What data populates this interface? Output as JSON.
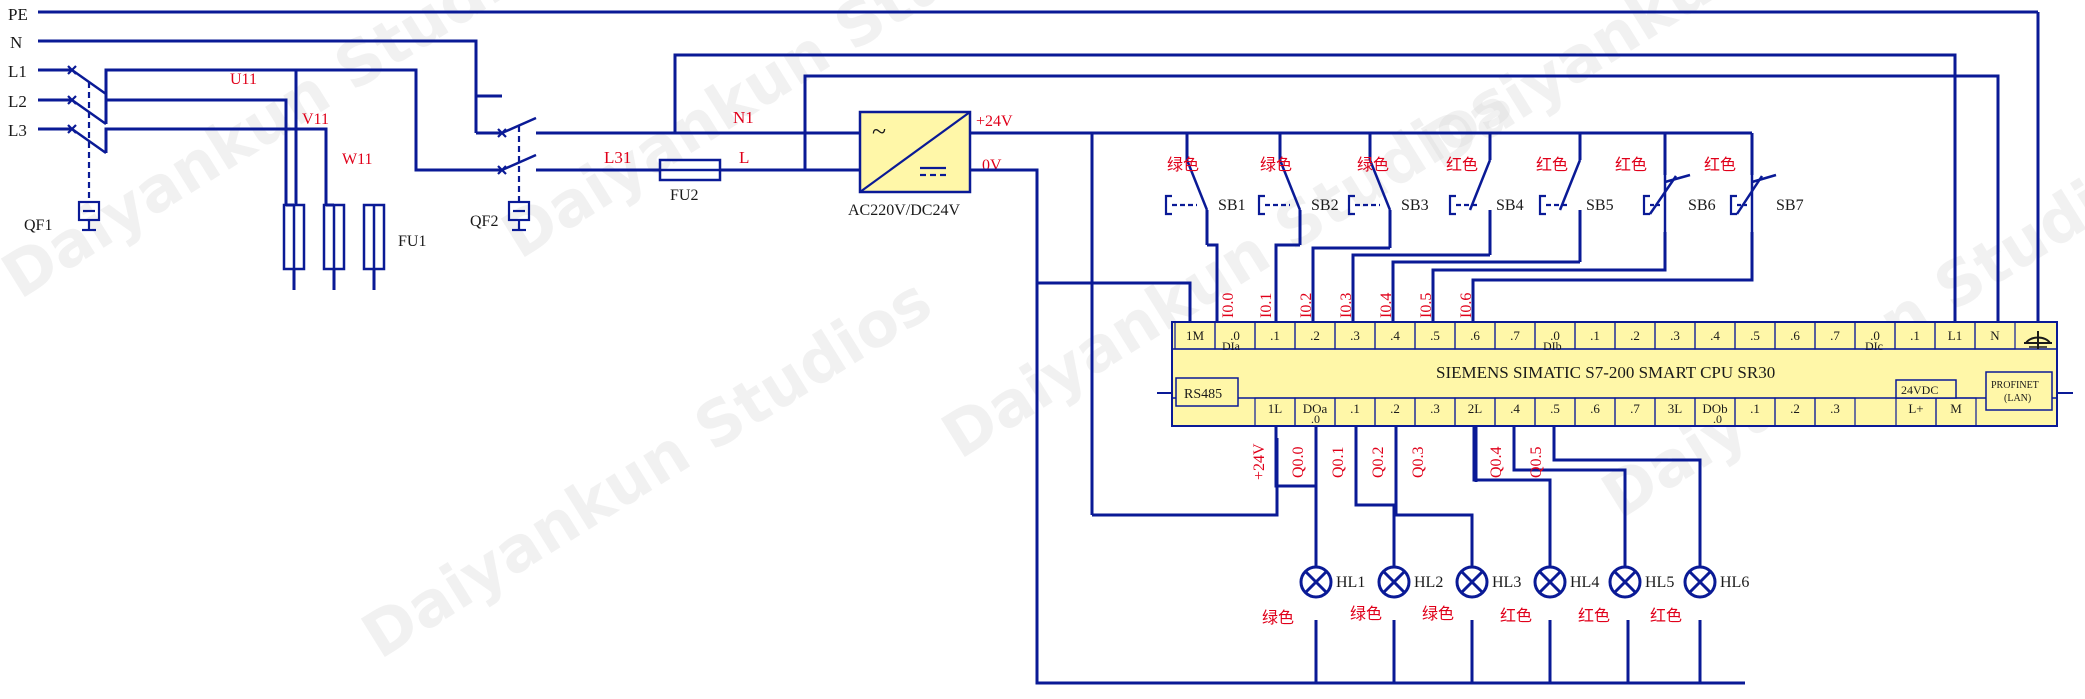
{
  "watermark": "Daiyankun Studios",
  "lines": {
    "pe": "PE",
    "n": "N",
    "l1": "L1",
    "l2": "L2",
    "l3": "L3"
  },
  "nets": {
    "u11": "U11",
    "v11": "V11",
    "w11": "W11",
    "n1": "N1",
    "l31": "L31",
    "l": "L",
    "p24": "+24V",
    "v0": "0V",
    "plc_p24": "+24V"
  },
  "breakers": {
    "qf1": "QF1",
    "qf2": "QF2"
  },
  "fuses": {
    "fu1": "FU1",
    "fu2": "FU2"
  },
  "psu": {
    "label": "AC220V/DC24V",
    "ac_symbol": "~"
  },
  "buttons": [
    {
      "id": "SB1",
      "color": "绿色",
      "type": "NO",
      "input": "I0.0"
    },
    {
      "id": "SB2",
      "color": "绿色",
      "type": "NO",
      "input": "I0.1"
    },
    {
      "id": "SB3",
      "color": "绿色",
      "type": "NO",
      "input": "I0.2"
    },
    {
      "id": "SB4",
      "color": "红色",
      "type": "NO",
      "input": "I0.3"
    },
    {
      "id": "SB5",
      "color": "红色",
      "type": "NO",
      "input": "I0.4"
    },
    {
      "id": "SB6",
      "color": "红色",
      "type": "NC",
      "input": "I0.5"
    },
    {
      "id": "SB7",
      "color": "红色",
      "type": "NC",
      "input": "I0.6"
    }
  ],
  "plc": {
    "title": "SIEMENS SIMATIC S7-200 SMART CPU SR30",
    "rs485": "RS485",
    "profinet_1": "PROFINET",
    "profinet_2": "(LAN)",
    "dc24": "24VDC",
    "top_terminals": [
      "1M",
      ".0",
      ".1",
      ".2",
      ".3",
      ".4",
      ".5",
      ".6",
      ".7",
      ".0",
      ".1",
      ".2",
      ".3",
      ".4",
      ".5",
      ".6",
      ".7",
      ".0",
      ".1",
      "L1",
      "N"
    ],
    "top_sublabels": {
      "dia": "DIa",
      "dib": "DIb",
      "dic": "DIc"
    },
    "bottom_terminals": [
      "1L",
      "DOa",
      ".1",
      ".2",
      ".3",
      "2L",
      ".4",
      ".5",
      ".6",
      ".7",
      "3L",
      "DOb",
      ".1",
      ".2",
      ".3",
      "L+",
      "M"
    ],
    "bottom_sublabels": {
      "doa": ".0",
      "dob": ".0"
    }
  },
  "outputs": [
    "Q0.0",
    "Q0.1",
    "Q0.2",
    "Q0.3",
    "Q0.4",
    "Q0.5"
  ],
  "lamps": [
    {
      "id": "HL1",
      "color": "绿色"
    },
    {
      "id": "HL2",
      "color": "绿色"
    },
    {
      "id": "HL3",
      "color": "绿色"
    },
    {
      "id": "HL4",
      "color": "红色"
    },
    {
      "id": "HL5",
      "color": "红色"
    },
    {
      "id": "HL6",
      "color": "红色"
    }
  ]
}
